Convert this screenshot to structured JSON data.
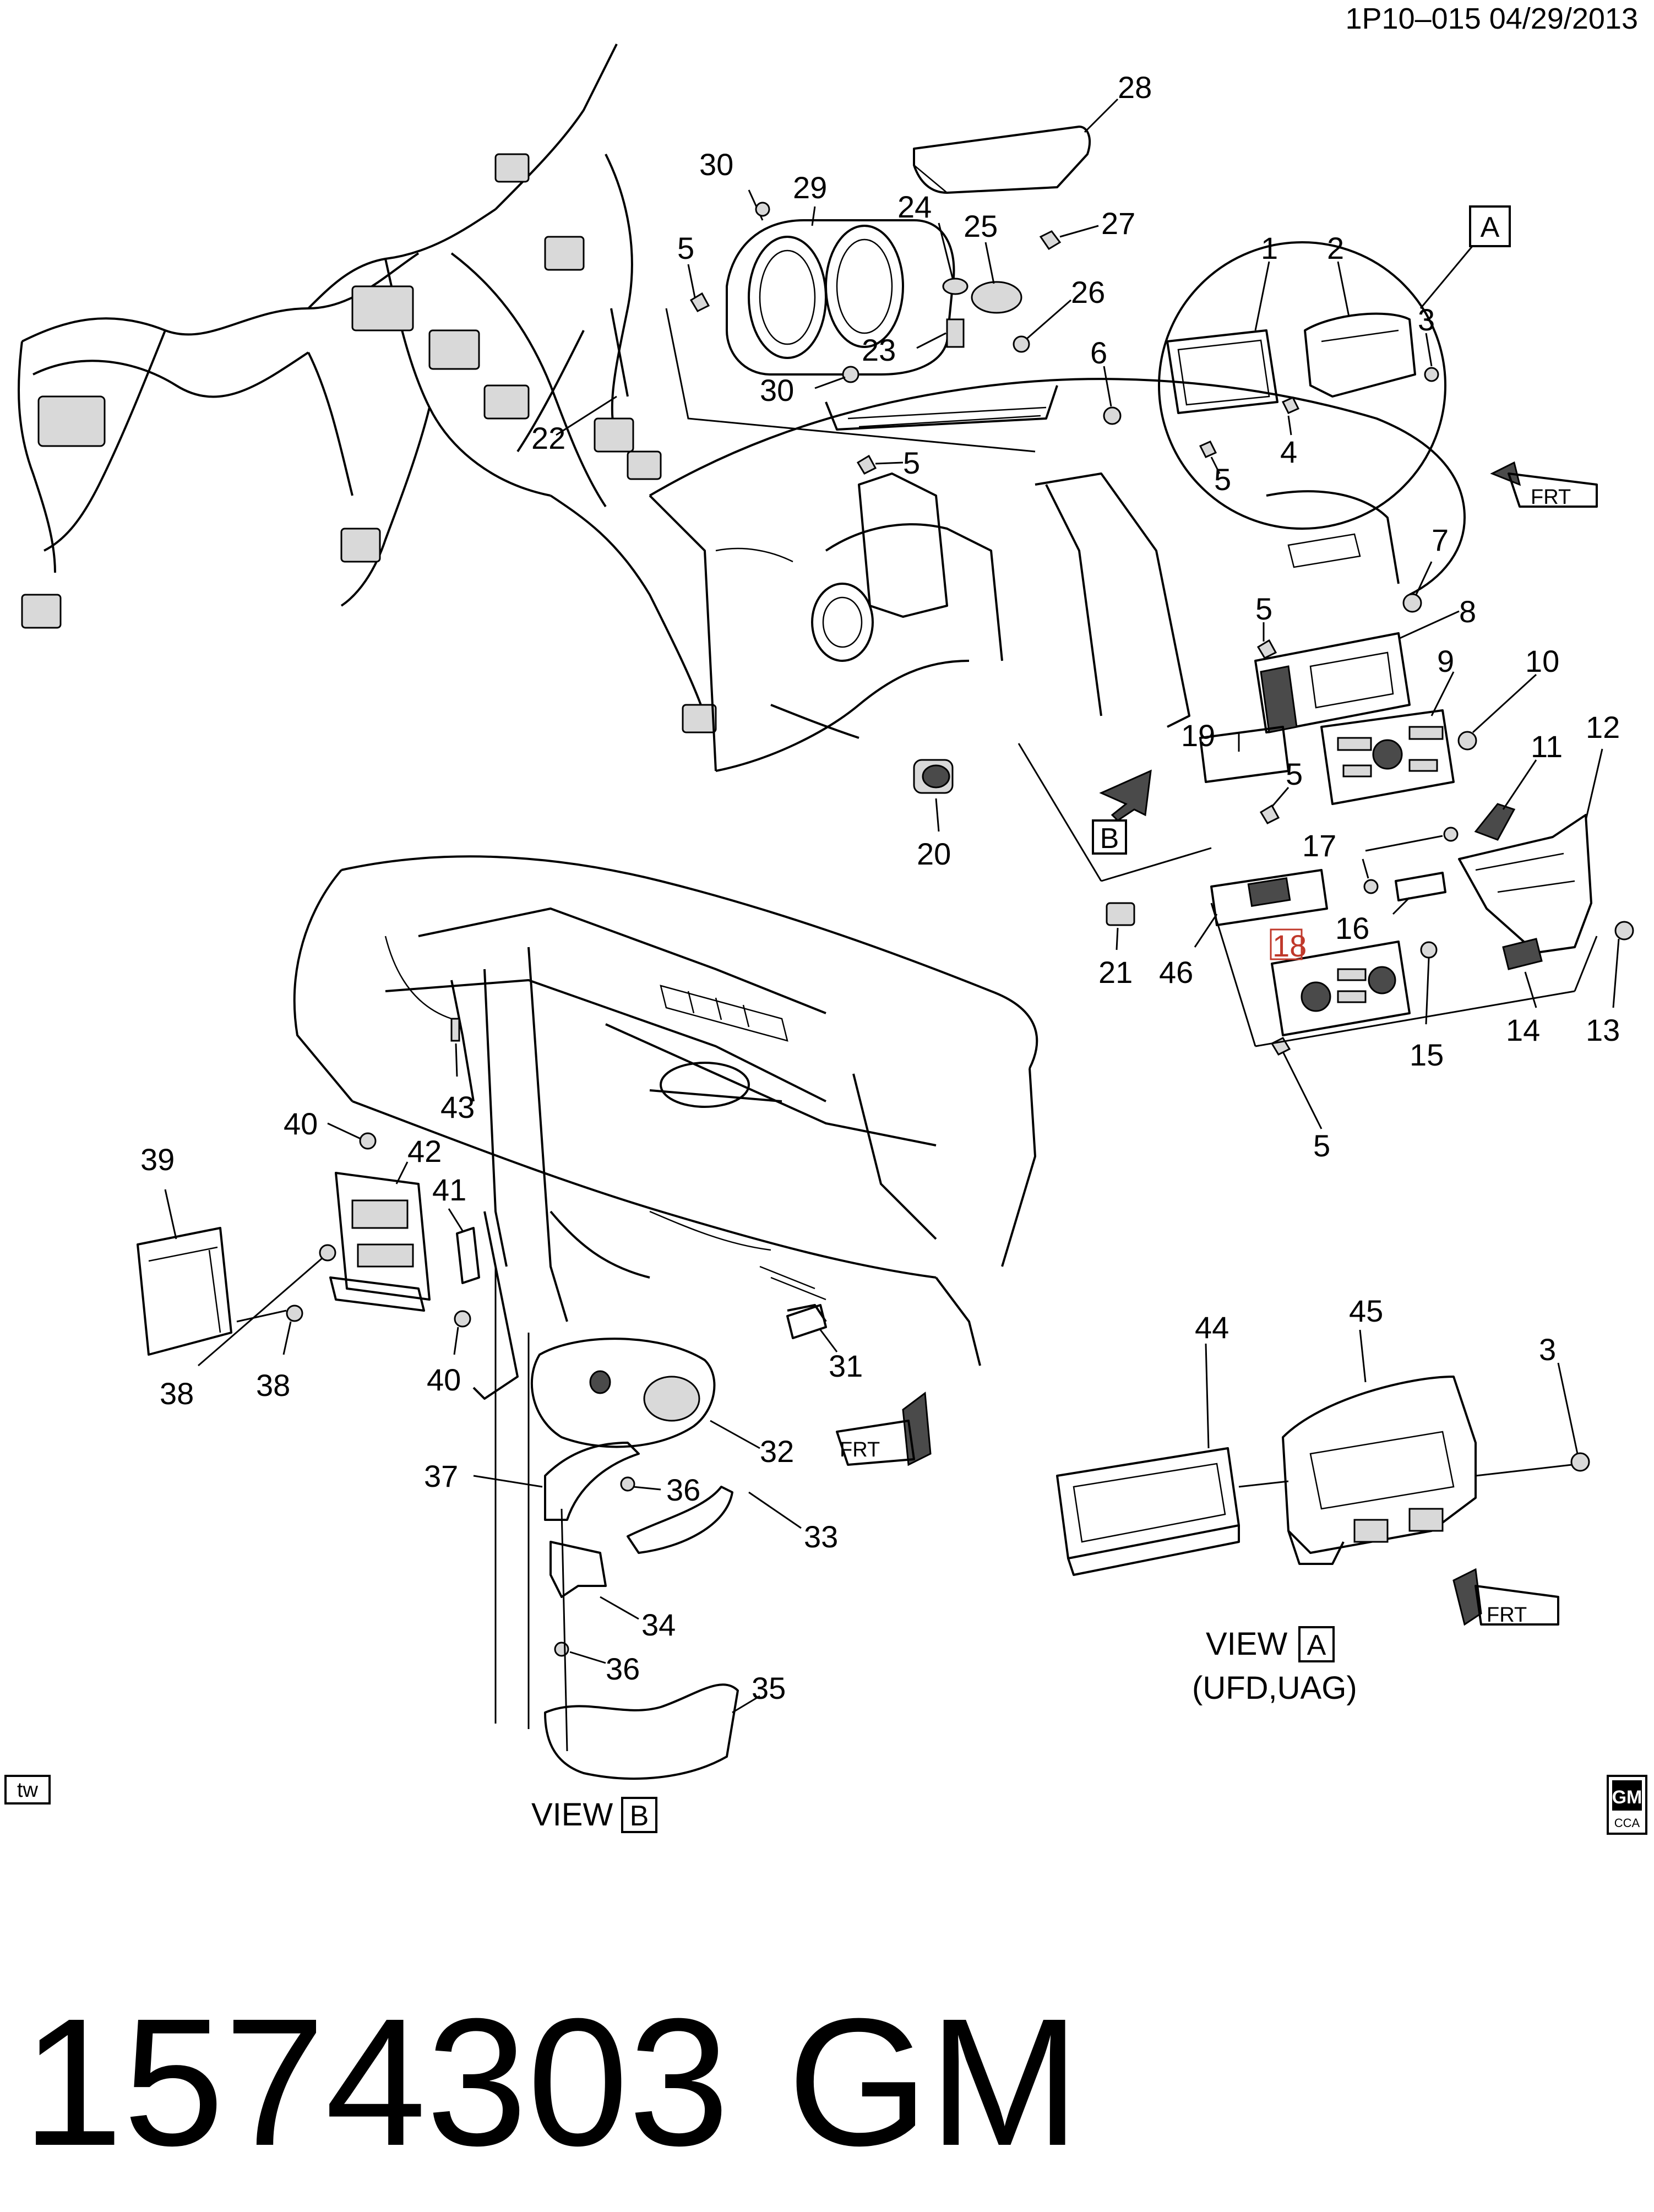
{
  "header": {
    "code": "1P10–015 04/29/2013"
  },
  "footer": {
    "part_number": "1574303",
    "brand": "GM"
  },
  "badges": {
    "tw": "tw",
    "gm_logo_text": "GM",
    "gm_logo_sub": "CCA"
  },
  "views": {
    "view_a_prefix": "VIEW",
    "view_a_letter": "A",
    "view_a_note": "(UFD,UAG)",
    "view_b_prefix": "VIEW",
    "view_b_letter": "B",
    "detail_a_letter": "A",
    "arrow_b_letter": "B"
  },
  "frt_label": "FRT",
  "callouts": {
    "c1": "1",
    "c2": "2",
    "c3": "3",
    "c3b": "3",
    "c4": "4",
    "c5a": "5",
    "c5b": "5",
    "c5c": "5",
    "c5d": "5",
    "c5e": "5",
    "c5f": "5",
    "c6": "6",
    "c7": "7",
    "c8": "8",
    "c9": "9",
    "c10": "10",
    "c11": "11",
    "c12": "12",
    "c13": "13",
    "c14": "14",
    "c15": "15",
    "c16": "16",
    "c17": "17",
    "c18": "18",
    "c19": "19",
    "c20": "20",
    "c21": "21",
    "c22": "22",
    "c23": "23",
    "c24": "24",
    "c25": "25",
    "c26": "26",
    "c27": "27",
    "c28": "28",
    "c29": "29",
    "c30a": "30",
    "c30b": "30",
    "c31": "31",
    "c32": "32",
    "c33": "33",
    "c34": "34",
    "c35": "35",
    "c36a": "36",
    "c36b": "36",
    "c37": "37",
    "c38a": "38",
    "c38b": "38",
    "c39": "39",
    "c40a": "40",
    "c40b": "40",
    "c41": "41",
    "c42": "42",
    "c43": "43",
    "c44": "44",
    "c45": "45",
    "c46": "46"
  }
}
